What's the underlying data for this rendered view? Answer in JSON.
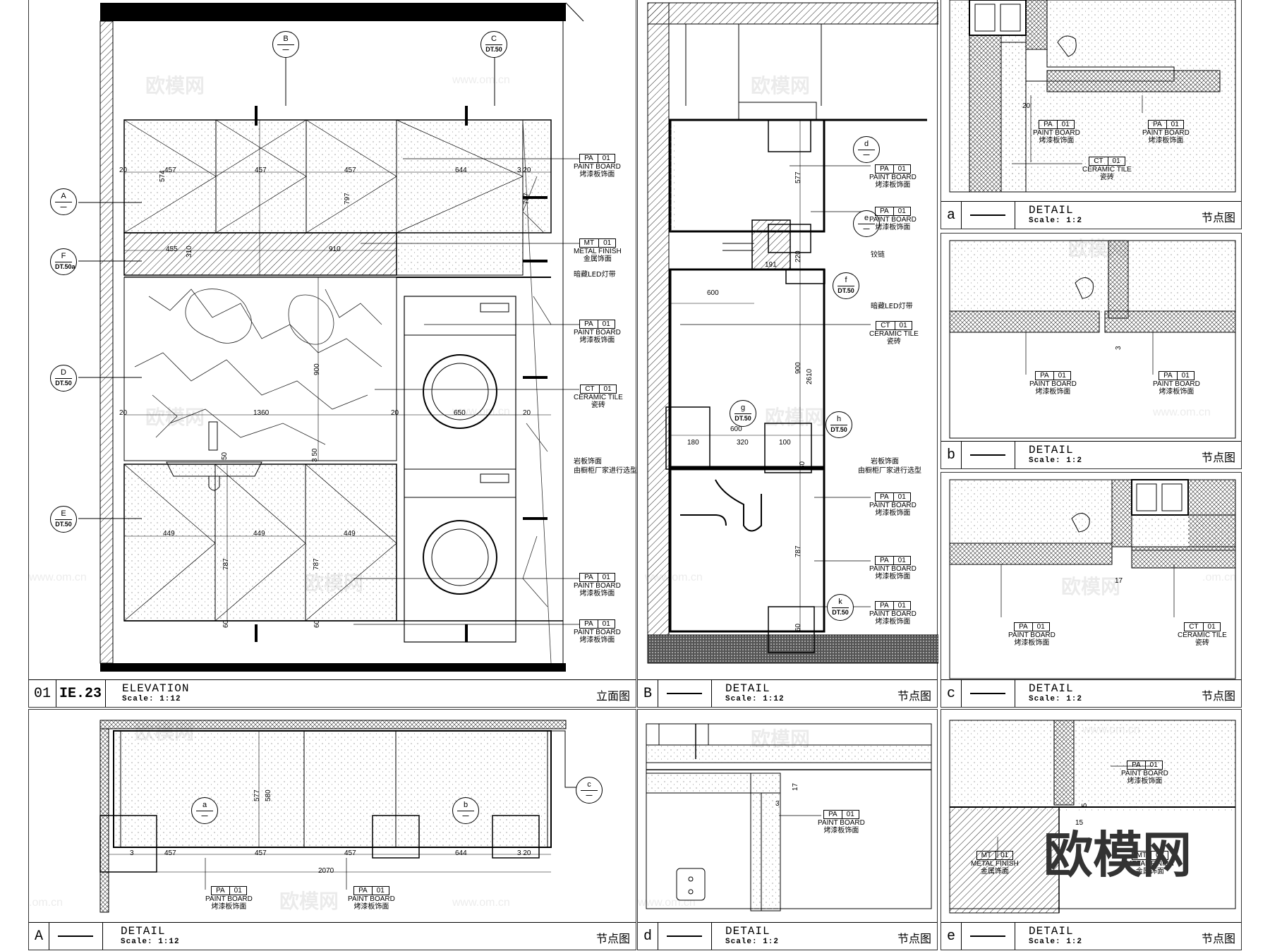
{
  "watermark": {
    "logo_text": "欧模网",
    "small_text": "欧模网",
    "url": "www.om.cn",
    "url_short": ".om.cn"
  },
  "panels": {
    "elevation": {
      "number": "01",
      "code": "IE.23",
      "name": "ELEVATION",
      "scale": "Scale: 1:12",
      "cn": "立面图",
      "bubbles": [
        {
          "t": "B",
          "b": "—"
        },
        {
          "t": "C",
          "b": "DT.50"
        },
        {
          "t": "A",
          "b": "—"
        },
        {
          "t": "F",
          "b": "DT.50a"
        },
        {
          "t": "D",
          "b": "DT.50"
        },
        {
          "t": "E",
          "b": "DT.50"
        }
      ],
      "dims": {
        "upper_widths": [
          "457",
          "457",
          "457",
          "644"
        ],
        "edge_left": "20",
        "edge_right": "3 20",
        "upper_height": "797",
        "upper_small": "574",
        "upper_small2": "797",
        "shelf_left": "455",
        "shelf_width": "910",
        "shelf_height": "310",
        "counter_width": "1360",
        "counter_left": "20",
        "counter_right": "20",
        "washer_width": "650",
        "backsplash": "900",
        "gap_50": "50",
        "gap_350": "3 50",
        "lower_widths": [
          "449",
          "449",
          "449"
        ],
        "lower_height": "787",
        "lower_height2": "787",
        "plinth_left": "60",
        "plinth_right": "60"
      },
      "labels": [
        {
          "code": "PA",
          "num": "01",
          "en": "PAINT BOARD",
          "cn": "烤漆板饰面"
        },
        {
          "code": "MT",
          "num": "01",
          "en": "METAL FINISH",
          "cn": "金属饰面"
        },
        {
          "code": "PA",
          "num": "01",
          "en": "PAINT BOARD",
          "cn": "烤漆板饰面"
        },
        {
          "code": "CT",
          "num": "01",
          "en": "CERAMIC TILE",
          "cn": "瓷砖"
        },
        {
          "code": "PA",
          "num": "01",
          "en": "PAINT BOARD",
          "cn": "烤漆板饰面"
        },
        {
          "code": "PA",
          "num": "01",
          "en": "PAINT BOARD",
          "cn": "烤漆板饰面"
        }
      ],
      "notes": {
        "led": "暗藏LED灯带",
        "stone_1": "岩板饰面",
        "stone_2": "由橱柜厂家进行选型"
      }
    },
    "detail_B": {
      "letter": "B",
      "name": "DETAIL",
      "scale": "Scale: 1:12",
      "cn": "节点图",
      "bubbles": [
        {
          "t": "d",
          "b": "—"
        },
        {
          "t": "e",
          "b": "—"
        },
        {
          "t": "f",
          "b": "DT.50"
        },
        {
          "t": "g",
          "b": "DT.50"
        },
        {
          "t": "h",
          "b": "DT.50"
        },
        {
          "t": "k",
          "b": "DT.50"
        }
      ],
      "dims": {
        "d577": "577",
        "d220": "220",
        "d191": "191",
        "d600": "600",
        "d600b": "600",
        "d900": "900",
        "d2610": "2610",
        "d180": "180",
        "d320": "320",
        "d100": "100",
        "d30": "30",
        "d787": "787",
        "d60": "60"
      },
      "labels": [
        {
          "code": "PA",
          "num": "01",
          "en": "PAINT BOARD",
          "cn": "烤漆板饰面"
        },
        {
          "code": "PA",
          "num": "01",
          "en": "PAINT BOARD",
          "cn": "烤漆板饰面"
        },
        {
          "code": "CT",
          "num": "01",
          "en": "CERAMIC TILE",
          "cn": "瓷砖"
        },
        {
          "code": "PA",
          "num": "01",
          "en": "PAINT BOARD",
          "cn": "烤漆板饰面"
        },
        {
          "code": "PA",
          "num": "01",
          "en": "PAINT BOARD",
          "cn": "烤漆板饰面"
        },
        {
          "code": "PA",
          "num": "01",
          "en": "PAINT BOARD",
          "cn": "烤漆板饰面"
        }
      ],
      "notes": {
        "hinge": "铰链",
        "led": "暗藏LED灯带",
        "stone_1": "岩板饰面",
        "stone_2": "由橱柜厂家进行选型"
      }
    },
    "detail_a": {
      "letter": "a",
      "name": "DETAIL",
      "scale": "Scale: 1:2",
      "cn": "节点图",
      "dim": "20",
      "labels": [
        {
          "code": "PA",
          "num": "01",
          "en": "PAINT BOARD",
          "cn": "烤漆板饰面"
        },
        {
          "code": "PA",
          "num": "01",
          "en": "PAINT BOARD",
          "cn": "烤漆板饰面"
        },
        {
          "code": "CT",
          "num": "01",
          "en": "CERAMIC TILE",
          "cn": "瓷砖"
        }
      ]
    },
    "detail_b": {
      "letter": "b",
      "name": "DETAIL",
      "scale": "Scale: 1:2",
      "cn": "节点图",
      "dim": "3",
      "labels": [
        {
          "code": "PA",
          "num": "01",
          "en": "PAINT BOARD",
          "cn": "烤漆板饰面"
        },
        {
          "code": "PA",
          "num": "01",
          "en": "PAINT BOARD",
          "cn": "烤漆板饰面"
        }
      ]
    },
    "detail_c": {
      "letter": "c",
      "name": "DETAIL",
      "scale": "Scale: 1:2",
      "cn": "节点图",
      "dim": "17",
      "labels": [
        {
          "code": "PA",
          "num": "01",
          "en": "PAINT BOARD",
          "cn": "烤漆板饰面"
        },
        {
          "code": "CT",
          "num": "01",
          "en": "CERAMIC TILE",
          "cn": "瓷砖"
        }
      ]
    },
    "detail_A": {
      "letter": "A",
      "name": "DETAIL",
      "scale": "Scale: 1:12",
      "cn": "节点图",
      "bubbles": [
        {
          "t": "a",
          "b": "—"
        },
        {
          "t": "b",
          "b": "—"
        },
        {
          "t": "c",
          "b": "—"
        }
      ],
      "dims": {
        "widths": [
          "457",
          "457",
          "457",
          "644"
        ],
        "left": "3",
        "right": "3 20",
        "total": "2070",
        "h1": "577",
        "h2": "580"
      },
      "labels": [
        {
          "code": "PA",
          "num": "01",
          "en": "PAINT BOARD",
          "cn": "烤漆板饰面"
        },
        {
          "code": "PA",
          "num": "01",
          "en": "PAINT BOARD",
          "cn": "烤漆板饰面"
        }
      ]
    },
    "detail_d": {
      "letter": "d",
      "name": "DETAIL",
      "scale": "Scale: 1:2",
      "cn": "节点图",
      "dims": {
        "d17": "17",
        "d3": "3"
      },
      "labels": [
        {
          "code": "PA",
          "num": "01",
          "en": "PAINT BOARD",
          "cn": "烤漆板饰面"
        }
      ]
    },
    "detail_e": {
      "letter": "e",
      "name": "DETAIL",
      "scale": "Scale: 1:2",
      "cn": "节点图",
      "dims": {
        "d5": "5",
        "d15": "15"
      },
      "labels": [
        {
          "code": "PA",
          "num": "01",
          "en": "PAINT BOARD",
          "cn": "烤漆板饰面"
        },
        {
          "code": "MT",
          "num": "01",
          "en": "METAL FINISH",
          "cn": "金属饰面"
        },
        {
          "code": "MT",
          "num": "01",
          "en": "METAL FINISH",
          "cn": "金属饰面"
        }
      ]
    }
  }
}
